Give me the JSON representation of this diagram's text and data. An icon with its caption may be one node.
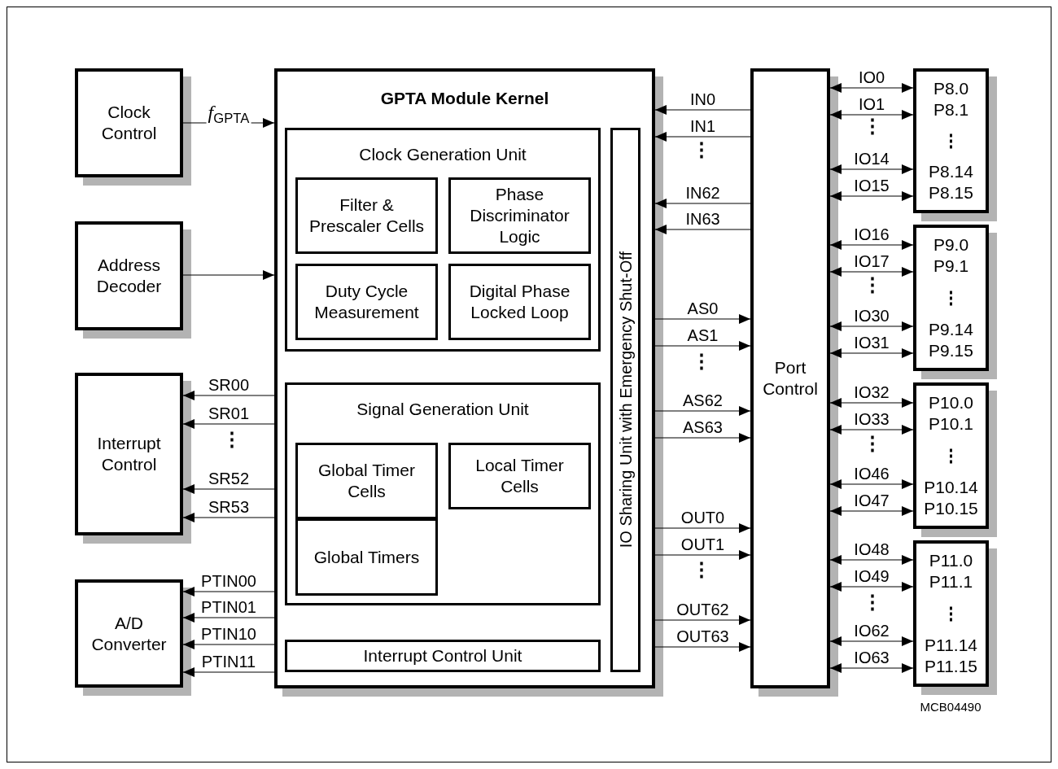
{
  "diagram": {
    "nodes": [
      {
        "text": [
          "Clock Control"
        ]
      },
      {
        "text": [
          "Address Decoder"
        ]
      },
      {
        "text": [
          "Interrupt Control"
        ]
      },
      {
        "text": [
          "A/D Converter"
        ]
      },
      {
        "text": [
          "GPTA Module Kernel"
        ]
      },
      {
        "text": [
          "Clock Generation Unit"
        ],
        "in": 4
      },
      {
        "text": [
          "Filter & Prescaler Cells"
        ],
        "in": 5
      },
      {
        "text": [
          "Phase Discriminator Logic"
        ],
        "in": 5
      },
      {
        "text": [
          "Duty Cycle Measurement"
        ],
        "in": 5
      },
      {
        "text": [
          "Digital Phase Locked Loop"
        ],
        "in": 5
      },
      {
        "text": [
          "Signal Generation Unit"
        ],
        "in": 4
      },
      {
        "text": [
          "Global Timer Cells"
        ],
        "in": 10
      },
      {
        "text": [
          "Local Timer Cells"
        ],
        "in": 10
      },
      {
        "text": [
          "Global Timers"
        ],
        "in": 10
      },
      {
        "text": [
          "Interrupt Control Unit"
        ],
        "in": 4
      },
      {
        "text": [
          "IO Sharing Unit with Emergency Shut-Off"
        ],
        "in": 4
      },
      {
        "text": [
          "Port Control"
        ]
      },
      {
        "text": [
          "P8.0",
          "P8.1",
          "⋮",
          "P8.14",
          "P8.15"
        ]
      },
      {
        "text": [
          "P9.0",
          "P9.1",
          "⋮",
          "P9.14",
          "P9.15"
        ]
      },
      {
        "text": [
          "P10.0",
          "P10.1",
          "⋮",
          "P10.14",
          "P10.15"
        ]
      },
      {
        "text": [
          "P11.0",
          "P11.1",
          "⋮",
          "P11.14",
          "P11.15"
        ]
      }
    ],
    "edges": [
      {
        "from": 0,
        "to": 4,
        "arrow": "to",
        "label": "*f*$_{GPTA}$"
      },
      {
        "from": 1,
        "to": 4,
        "arrow": "to"
      },
      {
        "from": 4,
        "to": 2,
        "arrow": "to",
        "label": "SR00"
      },
      {
        "from": 4,
        "to": 2,
        "arrow": "to",
        "label": "SR01"
      },
      {
        "from": 4,
        "to": 2,
        "arrow": "to",
        "label": "SR52"
      },
      {
        "from": 4,
        "to": 2,
        "arrow": "to",
        "label": "SR53"
      },
      {
        "from": 4,
        "to": 3,
        "arrow": "to",
        "label": "PTIN00"
      },
      {
        "from": 4,
        "to": 3,
        "arrow": "to",
        "label": "PTIN01"
      },
      {
        "from": 4,
        "to": 3,
        "arrow": "to",
        "label": "PTIN10"
      },
      {
        "from": 4,
        "to": 3,
        "arrow": "to",
        "label": "PTIN11"
      },
      {
        "from": 16,
        "to": 4,
        "arrow": "to",
        "label": "IN0"
      },
      {
        "from": 16,
        "to": 4,
        "arrow": "to",
        "label": "IN1"
      },
      {
        "from": 16,
        "to": 4,
        "arrow": "to",
        "label": "IN62"
      },
      {
        "from": 16,
        "to": 4,
        "arrow": "to",
        "label": "IN63"
      },
      {
        "from": 4,
        "to": 16,
        "arrow": "to",
        "label": "AS0"
      },
      {
        "from": 4,
        "to": 16,
        "arrow": "to",
        "label": "AS1"
      },
      {
        "from": 4,
        "to": 16,
        "arrow": "to",
        "label": "AS62"
      },
      {
        "from": 4,
        "to": 16,
        "arrow": "to",
        "label": "AS63"
      },
      {
        "from": 4,
        "to": 16,
        "arrow": "to",
        "label": "OUT0"
      },
      {
        "from": 4,
        "to": 16,
        "arrow": "to",
        "label": "OUT1"
      },
      {
        "from": 4,
        "to": 16,
        "arrow": "to",
        "label": "OUT62"
      },
      {
        "from": 4,
        "to": 16,
        "arrow": "to",
        "label": "OUT63"
      },
      {
        "from": 16,
        "to": 17,
        "arrow": "both",
        "label": "IO0"
      },
      {
        "from": 16,
        "to": 17,
        "arrow": "both",
        "label": "IO1"
      },
      {
        "from": 16,
        "to": 17,
        "arrow": "both",
        "label": "IO14"
      },
      {
        "from": 16,
        "to": 17,
        "arrow": "both",
        "label": "IO15"
      },
      {
        "from": 16,
        "to": 18,
        "arrow": "both",
        "label": "IO16"
      },
      {
        "from": 16,
        "to": 18,
        "arrow": "both",
        "label": "IO17"
      },
      {
        "from": 16,
        "to": 18,
        "arrow": "both",
        "label": "IO30"
      },
      {
        "from": 16,
        "to": 18,
        "arrow": "both",
        "label": "IO31"
      },
      {
        "from": 16,
        "to": 19,
        "arrow": "both",
        "label": "IO32"
      },
      {
        "from": 16,
        "to": 19,
        "arrow": "both",
        "label": "IO33"
      },
      {
        "from": 16,
        "to": 19,
        "arrow": "both",
        "label": "IO46"
      },
      {
        "from": 16,
        "to": 19,
        "arrow": "both",
        "label": "IO47"
      },
      {
        "from": 16,
        "to": 20,
        "arrow": "both",
        "label": "IO48"
      },
      {
        "from": 16,
        "to": 20,
        "arrow": "both",
        "label": "IO49"
      },
      {
        "from": 16,
        "to": 20,
        "arrow": "both",
        "label": "IO62"
      },
      {
        "from": 16,
        "to": 20,
        "arrow": "both",
        "label": "IO63"
      }
    ],
    "labels": [
      "⋮",
      "⋮",
      "⋮",
      "⋮",
      "⋮",
      "⋮",
      "⋮",
      "⋮",
      "MCB04490"
    ]
  }
}
